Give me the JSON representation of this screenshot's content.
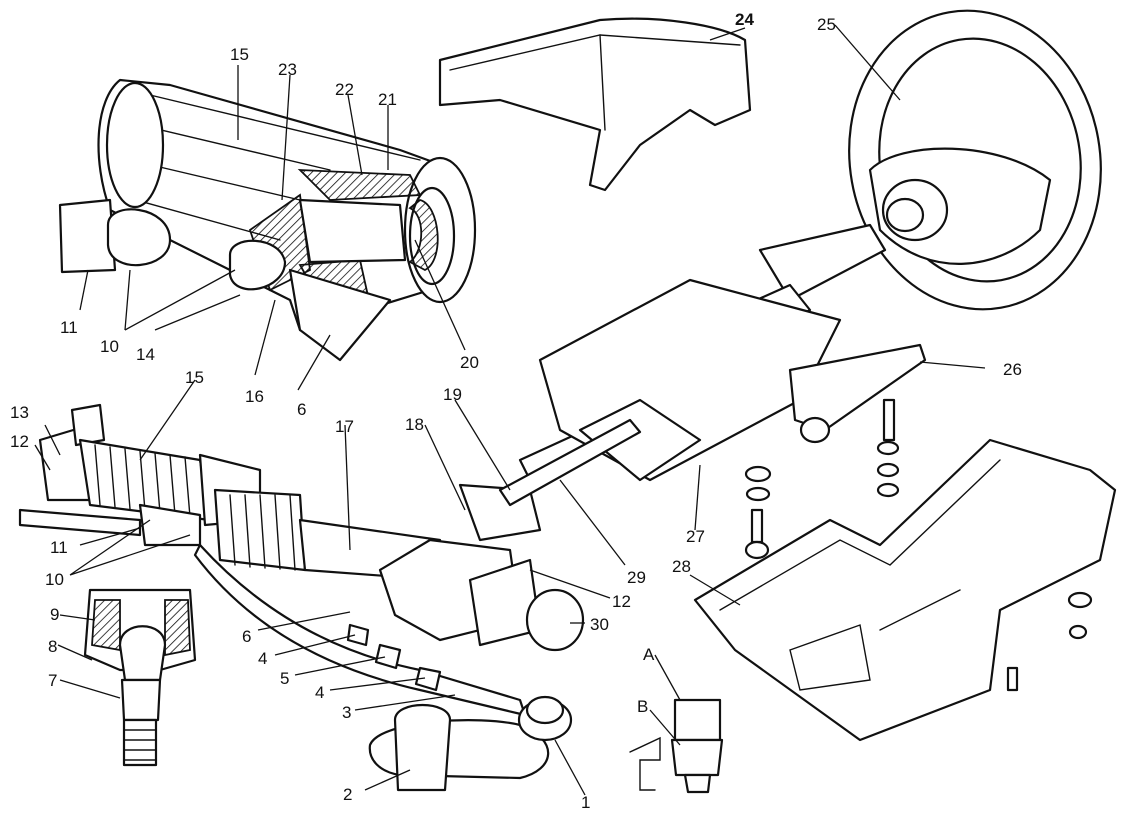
{
  "callouts": {
    "n1": "1",
    "n2": "2",
    "n3": "3",
    "n4a": "4",
    "n4b": "4",
    "n5": "5",
    "n6a": "6",
    "n6b": "6",
    "n7": "7",
    "n8": "8",
    "n9": "9",
    "n10a": "10",
    "n10b": "10",
    "n11a": "11",
    "n11b": "11",
    "n12a": "12",
    "n12b": "12",
    "n13": "13",
    "n14": "14",
    "n15a": "15",
    "n15b": "15",
    "n16": "16",
    "n17": "17",
    "n18": "18",
    "n19": "19",
    "n20": "20",
    "n21": "21",
    "n22": "22",
    "n23": "23",
    "n24": "24",
    "n25": "25",
    "n26": "26",
    "n27": "27",
    "n28": "28",
    "n29": "29",
    "n30": "30",
    "nA": "A",
    "nB": "B"
  }
}
